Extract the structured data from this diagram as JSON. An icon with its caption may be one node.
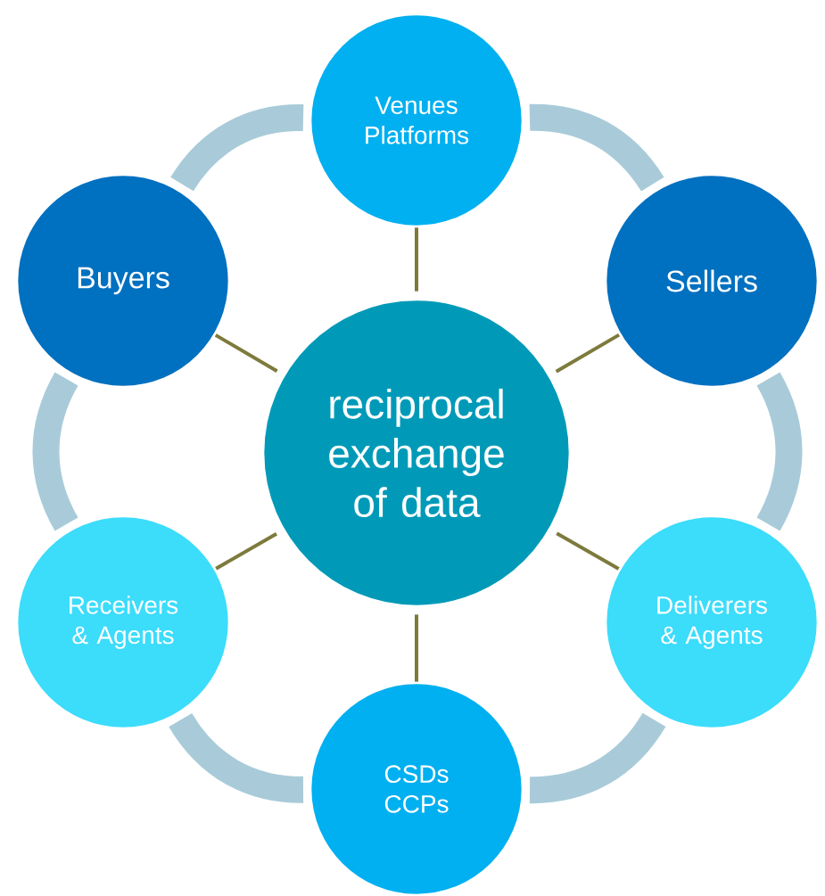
{
  "diagram": {
    "nodes": [
      {
        "text": [
          "Venues",
          "Platforms"
        ]
      },
      {
        "text": [
          "Buyers"
        ]
      },
      {
        "text": [
          "Sellers"
        ]
      },
      {
        "text": [
          "reciprocal exchange of data"
        ]
      },
      {
        "text": [
          "Receivers & Agents"
        ]
      },
      {
        "text": [
          "Deliverers & Agents"
        ]
      },
      {
        "text": [
          "CSDs",
          "CCPs"
        ]
      }
    ],
    "edges": [
      {
        "from": 3,
        "to": 0,
        "arrow": "none",
        "color": "#7d7a3c"
      },
      {
        "from": 3,
        "to": 2,
        "arrow": "none",
        "color": "#7d7a3c"
      },
      {
        "from": 3,
        "to": 5,
        "arrow": "none",
        "color": "#7d7a3c"
      },
      {
        "from": 3,
        "to": 6,
        "arrow": "none",
        "color": "#7d7a3c"
      },
      {
        "from": 3,
        "to": 4,
        "arrow": "none",
        "color": "#7d7a3c"
      },
      {
        "from": 3,
        "to": 1,
        "arrow": "none",
        "color": "#7d7a3c"
      },
      {
        "from": 0,
        "to": 2,
        "arrow": "none",
        "style": "thick",
        "color": "#a9cbd9"
      },
      {
        "from": 2,
        "to": 5,
        "arrow": "none",
        "style": "thick",
        "color": "#a9cbd9"
      },
      {
        "from": 5,
        "to": 6,
        "arrow": "none",
        "style": "thick",
        "color": "#a9cbd9"
      },
      {
        "from": 6,
        "to": 4,
        "arrow": "none",
        "style": "thick",
        "color": "#a9cbd9"
      },
      {
        "from": 4,
        "to": 1,
        "arrow": "none",
        "style": "thick",
        "color": "#a9cbd9"
      },
      {
        "from": 1,
        "to": 0,
        "arrow": "none",
        "style": "thick",
        "color": "#a9cbd9"
      }
    ]
  }
}
